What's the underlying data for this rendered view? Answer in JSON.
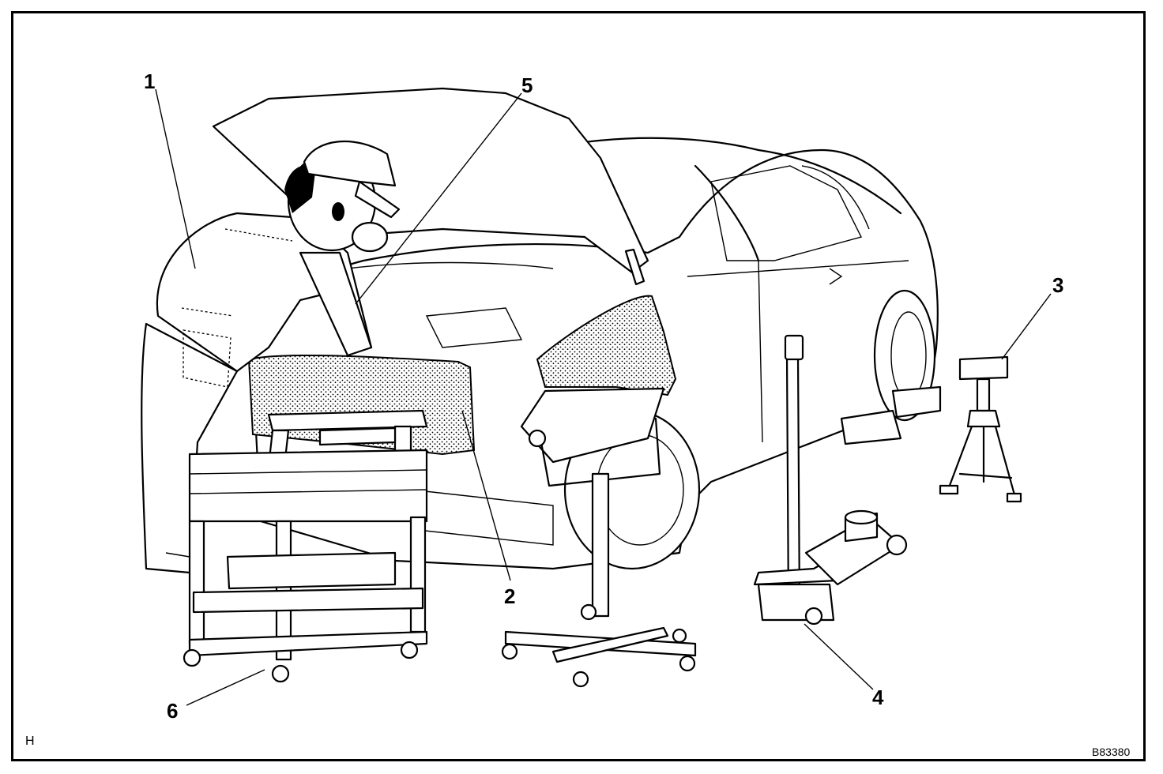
{
  "callouts": {
    "c1": "1",
    "c2": "2",
    "c3": "3",
    "c4": "4",
    "c5": "5",
    "c6": "6"
  },
  "corner_left": "H",
  "corner_right": "B83380",
  "items": [
    {
      "id": "1",
      "name": "technician-icon"
    },
    {
      "id": "2",
      "name": "fender-cover-icon"
    },
    {
      "id": "3",
      "name": "jack-stand-icon"
    },
    {
      "id": "4",
      "name": "floor-jack-icon"
    },
    {
      "id": "5",
      "name": "work-light-icon"
    },
    {
      "id": "6",
      "name": "tool-cart-icon"
    }
  ]
}
